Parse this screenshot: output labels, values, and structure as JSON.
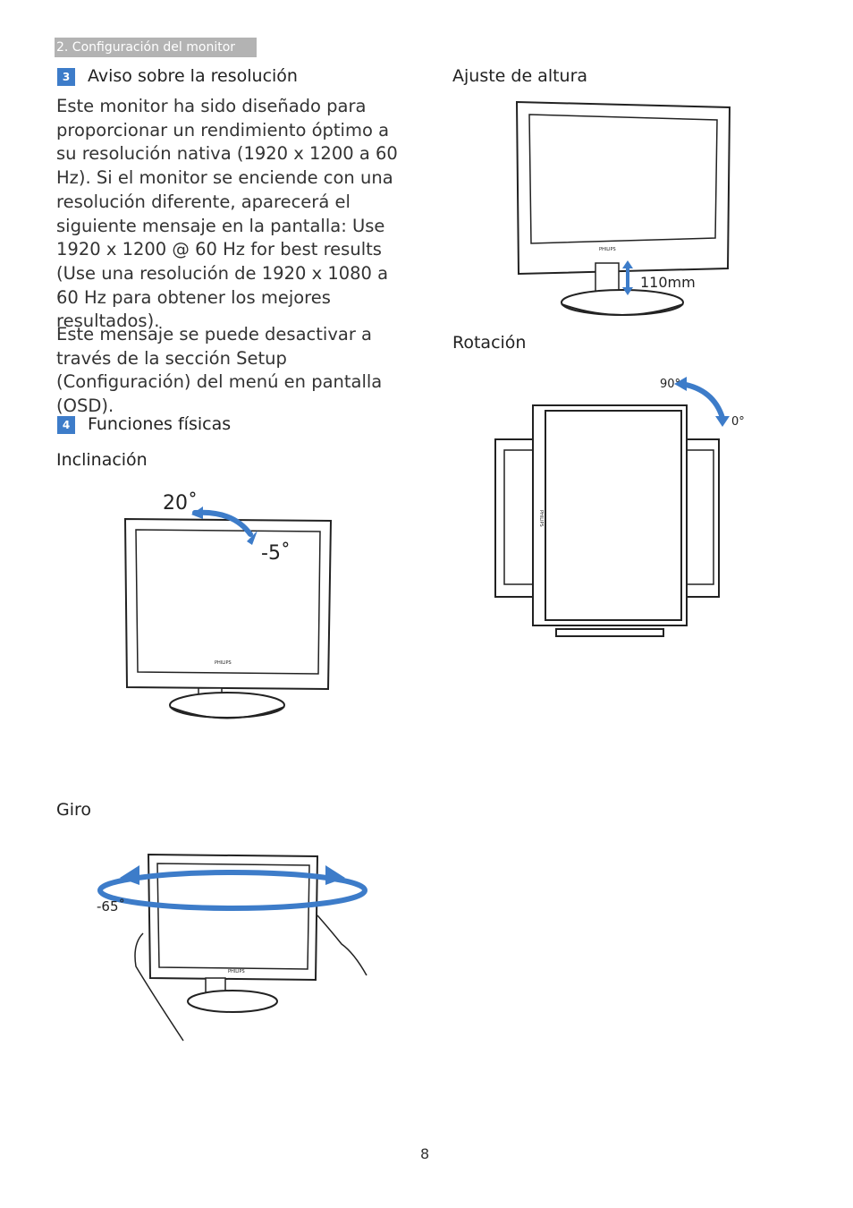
{
  "header": {
    "chapter": "2. Configuración del monitor"
  },
  "section3": {
    "number": "3",
    "title": "Aviso sobre la resolución",
    "p1": "Este monitor ha sido diseñado para proporcionar un rendimiento óptimo a su resolución nativa (1920 x 1200 a 60 Hz). Si el monitor se enciende con una resolución diferente, aparecerá el siguiente mensaje en la pantalla: Use 1920 x 1200 @ 60 Hz for best results (Use una resolución de 1920 x 1080 a 60 Hz para obtener los mejores resultados).",
    "p2": "Este mensaje se puede desactivar a través de la sección Setup (Configuración) del menú en pantalla (OSD)."
  },
  "section4": {
    "number": "4",
    "title": "Funciones físicas"
  },
  "tilt": {
    "title": "Inclinación",
    "angle_up": "20˚",
    "angle_down": "-5˚"
  },
  "swivel": {
    "title": "Giro",
    "angle": "-65˚"
  },
  "height": {
    "title": "Ajuste de altura",
    "range": "110mm"
  },
  "rotation": {
    "title": "Rotación",
    "angle_top": "90°",
    "angle_side": "0°"
  },
  "brand": "PHILIPS",
  "colors": {
    "accent": "#3d7cc9",
    "header_bg": "#b3b3b3"
  },
  "page_number": "8"
}
